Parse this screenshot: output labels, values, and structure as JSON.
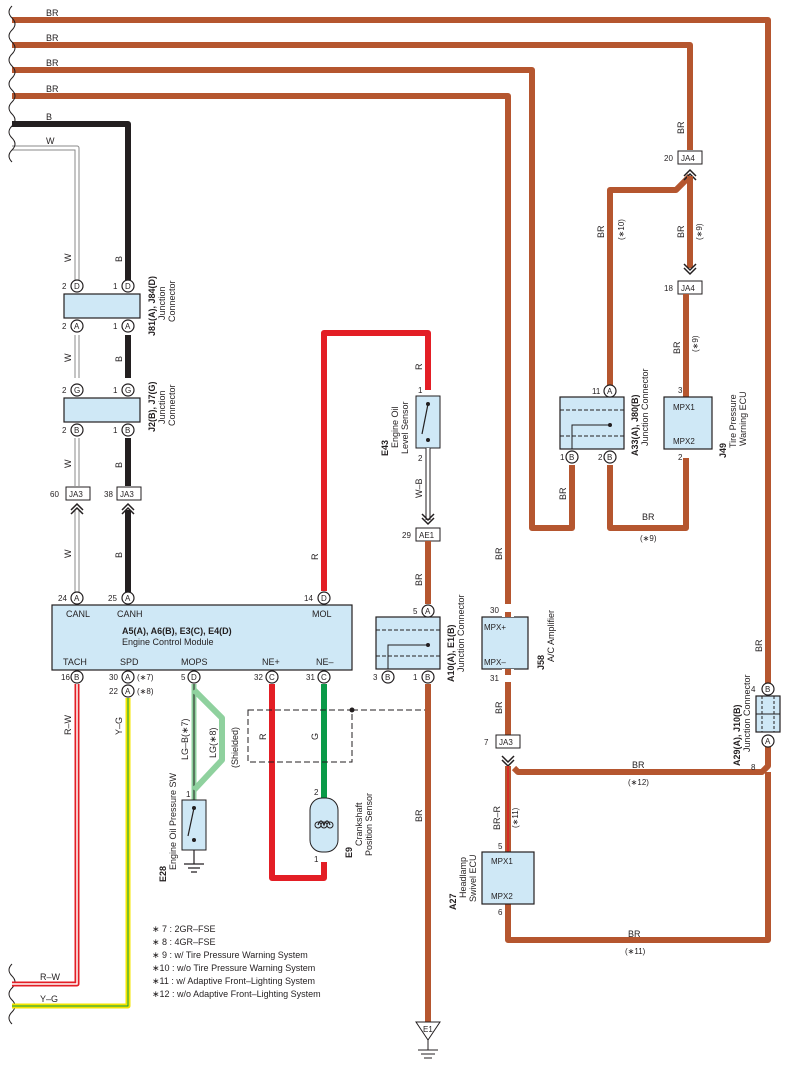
{
  "wire_colors": {
    "BR": "#b5562f",
    "B": "#231f20",
    "R": "#e31e25",
    "G": "#0a9a48",
    "LG": "#8fd19e",
    "Y": "#f5e400"
  },
  "top_wires": [
    "BR",
    "BR",
    "BR",
    "BR",
    "B",
    "W"
  ],
  "left_labels": {
    "w1": "W",
    "b1": "B",
    "w2": "W",
    "b2": "B",
    "w3": "W",
    "b3": "B",
    "w4": "W",
    "b4": "B",
    "w5": "W",
    "b5": "B",
    "tach": "R–W",
    "spd": "Y–G"
  },
  "bottom_left_wires": {
    "rw": "R–W",
    "yg": "Y–G"
  },
  "j81": {
    "name": "J81(A), J84(D)",
    "desc1": "Junction",
    "desc2": "Connector",
    "p_top_left": "2",
    "p_top_right": "1",
    "p_bot_left": "2",
    "p_bot_right": "1",
    "c_top_left": "D",
    "c_top_right": "D",
    "c_bot_left": "A",
    "c_bot_right": "A"
  },
  "j2": {
    "name": "J2(B), J7(G)",
    "desc1": "Junction",
    "desc2": "Connector",
    "p_top_left": "2",
    "p_top_right": "1",
    "p_bot_left": "2",
    "p_bot_right": "1",
    "c_top_left": "G",
    "c_top_right": "G",
    "c_bot_left": "B",
    "c_bot_right": "B"
  },
  "ja3_left": {
    "pin60": "60",
    "pin38": "38",
    "label": "JA3"
  },
  "ecm": {
    "name": "A5(A), A6(B), E3(C), E4(D)",
    "desc": "Engine Control Module",
    "top_pins": [
      {
        "n": "24",
        "c": "A",
        "t": "CANL"
      },
      {
        "n": "25",
        "c": "A",
        "t": "CANH"
      },
      {
        "n": "14",
        "c": "D",
        "t": "MOL"
      }
    ],
    "bot_pins": [
      {
        "n": "16",
        "c": "B",
        "t": "TACH"
      },
      {
        "n": "30",
        "c": "A",
        "t": "SPD",
        "note": "(∗7)"
      },
      {
        "n": "22",
        "c": "A",
        "note": "(∗8)"
      },
      {
        "n": "5",
        "c": "D",
        "t": "MOPS"
      },
      {
        "n": "32",
        "c": "C",
        "t": "NE+"
      },
      {
        "n": "31",
        "c": "C",
        "t": "NE–"
      }
    ]
  },
  "e43": {
    "name": "E43",
    "desc1": "Engine Oil",
    "desc2": "Level Sensor",
    "p1": "1",
    "p2": "2",
    "w_top": "R",
    "w_bot": "W–B"
  },
  "ae1": {
    "pin": "29",
    "label": "AE1",
    "w": "BR"
  },
  "a10": {
    "name": "A10(A), E1(B)",
    "desc1": "Junction Connector",
    "p_top": "5",
    "c_top": "A",
    "p_bl": "3",
    "c_bl": "B",
    "p_br": "1",
    "c_br": "B"
  },
  "ecm_wire_labels": {
    "mol": "R",
    "ne_plus": "R",
    "ne_minus": "G",
    "mops_a": "LG–B(∗7)",
    "mops_b": "LG(∗8)",
    "shielded": "(Shielded)",
    "ground_br": "BR"
  },
  "e28": {
    "name": "E28",
    "desc": "Engine Oil Pressure SW",
    "pin": "1"
  },
  "e9": {
    "name": "E9",
    "desc1": "Crankshaft",
    "desc2": "Position Sensor",
    "p2": "2",
    "p1": "1"
  },
  "e1": {
    "label": "E1"
  },
  "j58": {
    "name": "J58",
    "desc": "A/C Amplifier",
    "p30": "30",
    "p31": "31",
    "mpx_plus": "MPX+",
    "mpx_minus": "MPX–",
    "w_top": "BR",
    "w_bot": "BR"
  },
  "ja3_right": {
    "pin": "7",
    "label": "JA3"
  },
  "a27": {
    "name": "A27",
    "desc1": "Headlamp",
    "desc2": "Swivel ECU",
    "p5": "5",
    "p6": "6",
    "mpx1": "MPX1",
    "mpx2": "MPX2",
    "w": "BR–R",
    "note": "(∗11)"
  },
  "a33": {
    "name": "A33(A), J80(B)",
    "desc": "Junction Connector",
    "p11": "11",
    "c11": "A",
    "p1": "1",
    "c1": "B",
    "p2": "2",
    "c2": "B",
    "w_top": "BR",
    "note_top": "(∗10)",
    "w_bot": "BR"
  },
  "ja4": {
    "pin20": "20",
    "pin18": "18",
    "label": "JA4",
    "w_br1": "BR",
    "note1": "(∗9)",
    "w_br2": "BR",
    "note2": "(∗9)",
    "w_top": "BR"
  },
  "j49": {
    "name": "J49",
    "desc1": "Tire Pressure",
    "desc2": "Warning ECU",
    "p3": "3",
    "p2": "2",
    "mpx1": "MPX1",
    "mpx2": "MPX2",
    "w_bot": "BR",
    "note_bot": "(∗9)"
  },
  "a29": {
    "name": "A29(A), J10(B)",
    "desc": "Junction Connector",
    "p4": "4",
    "c4": "B",
    "p8": "8",
    "c8": "A",
    "w_top": "BR"
  },
  "lower_br": {
    "w12": "BR",
    "note12": "(∗12)",
    "w11": "BR",
    "note11": "(∗11)"
  },
  "legend": [
    "∗ 7 : 2GR–FSE",
    "∗ 8 : 4GR–FSE",
    "∗ 9 : w/ Tire Pressure Warning System",
    "∗10 : w/o Tire Pressure Warning System",
    "∗11 : w/ Adaptive Front–Lighting System",
    "∗12 : w/o Adaptive Front–Lighting System"
  ]
}
